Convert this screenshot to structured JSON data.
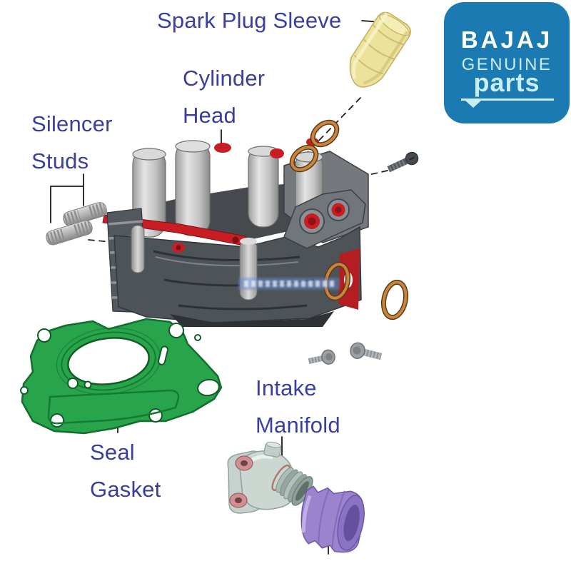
{
  "labels": {
    "spark_plug_sleeve": "Spark Plug Sleeve",
    "cylinder_head_line1": "Cylinder",
    "cylinder_head_line2": "Head",
    "silencer_studs_line1": "Silencer",
    "silencer_studs_line2": "Studs",
    "seal_gasket_line1": "Seal",
    "seal_gasket_line2": "Gasket",
    "intake_manifold_line1": "Intake",
    "intake_manifold_line2": "Manifold"
  },
  "logo": {
    "brand": "BAJAJ",
    "genuine": "GENUINE",
    "parts": "parts"
  },
  "colors": {
    "label_text": "#3a3f9e",
    "logo_background": "#1b7ab1",
    "logo_brand_text": "#ffffff",
    "logo_accent_text": "#c9edf4",
    "sleeve_yellow": "#ece29a",
    "oring_copper": "#c9853f",
    "oring_edge": "#5a3a16",
    "gasket_green": "#28a54b",
    "gasket_outline": "#146e2d",
    "head_red": "#c81e23",
    "metal_light": "#d6d6d6",
    "metal_mid": "#8c9196",
    "metal_dark": "#4e5357",
    "manifold_silver": "#cdd7d2",
    "manifold_pink": "#d08f92",
    "intake_cap_purple": "#9b84cd",
    "leader_line": "#1c1c1c"
  }
}
